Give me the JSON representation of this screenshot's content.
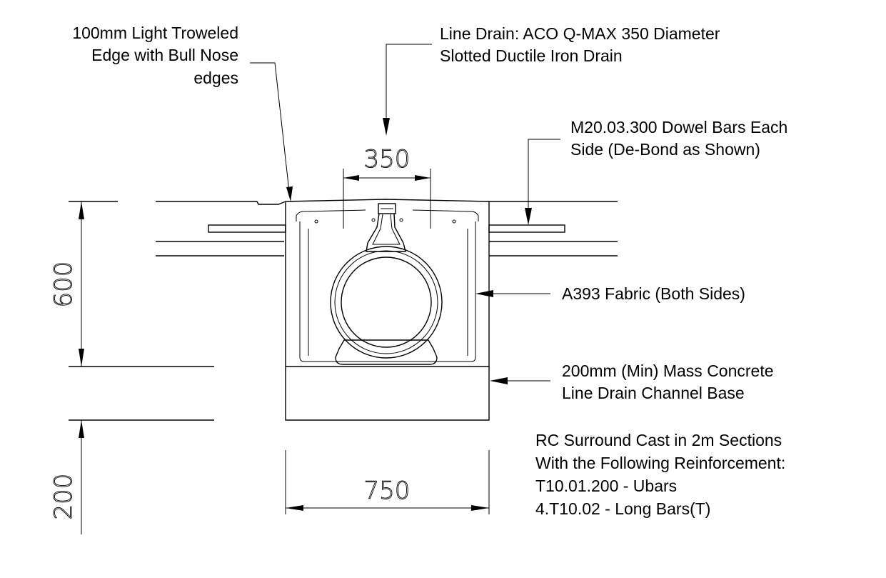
{
  "notes": {
    "edge": [
      "100mm Light Troweled",
      "Edge with Bull Nose",
      "edges"
    ],
    "drain": [
      "Line Drain: ACO Q-MAX 350 Diameter",
      "Slotted Ductile Iron Drain"
    ],
    "dowel": [
      "M20.03.300 Dowel Bars Each",
      "Side (De-Bond as Shown)"
    ],
    "fabric": [
      "A393 Fabric (Both Sides)"
    ],
    "base": [
      "200mm (Min) Mass Concrete",
      "Line Drain Channel Base"
    ],
    "reinforcement": [
      "RC Surround Cast in 2m Sections",
      "With the Following Reinforcement:",
      "T10.01.200 - Ubars",
      "4.T10.02 - Long Bars(T)"
    ]
  },
  "dimensions": {
    "width_top": "350",
    "width_bottom": "750",
    "height_upper": "600",
    "height_lower": "200"
  }
}
